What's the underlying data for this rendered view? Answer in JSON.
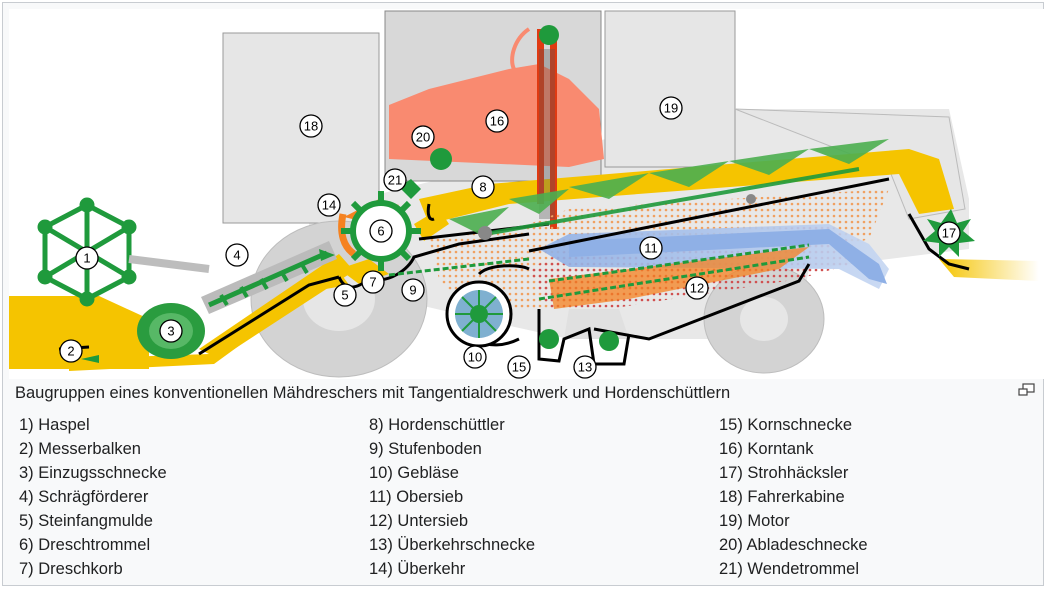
{
  "caption": "Baugruppen eines konventionellen Mähdreschers mit Tangentialdreschwerk und Hordenschüttlern",
  "legend": [
    "1) Haspel",
    "2) Messerbalken",
    "3) Einzugsschnecke",
    "4) Schrägförderer",
    "5) Steinfangmulde",
    "6) Dreschtrommel",
    "7) Dreschkorb",
    "8) Hordenschüttler",
    "9) Stufenboden",
    "10) Gebläse",
    "11) Obersieb",
    "12) Untersieb",
    "13) Überkehrschnecke",
    "14) Überkehr",
    "15) Kornschnecke",
    "16) Korntank",
    "17) Strohhäcksler",
    "18) Fahrerkabine",
    "19) Motor",
    "20) Abladeschnecke",
    "21) Wendetrommel"
  ],
  "markers": [
    "1",
    "2",
    "3",
    "4",
    "5",
    "6",
    "7",
    "8",
    "9",
    "10",
    "11",
    "12",
    "13",
    "14",
    "15",
    "16",
    "17",
    "18",
    "19",
    "20",
    "21"
  ],
  "colors": {
    "crop_flow": "#f5c400",
    "grain_tank": "#f98a70",
    "machine_green": "#1f9a3c",
    "chaff_orange": "#f58220",
    "sieve_blue": "#8fb0e6",
    "body_grey": "#e6e6e6",
    "outline": "#000000"
  },
  "icons": {
    "magnify": "magnify-icon"
  }
}
